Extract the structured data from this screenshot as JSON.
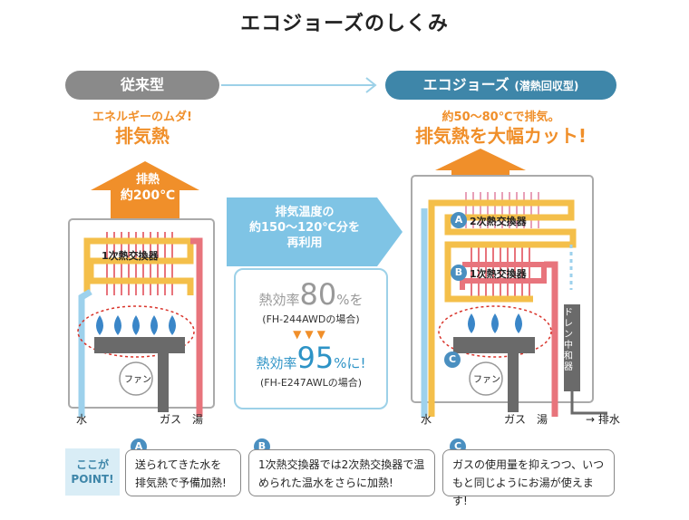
{
  "title": "エコジョーズのしくみ",
  "left": {
    "pill": "従来型",
    "waste_sub": "エネルギーのムダ!",
    "waste_main": "排気熱",
    "exhaust_label": "排熱",
    "exhaust_temp": "約200℃",
    "hx1": "1次熱交換器",
    "fan": "ファン",
    "water": "水",
    "gas": "ガス",
    "hot": "湯"
  },
  "middle": {
    "arrow_line1": "排気温度の",
    "arrow_line2": "約150～120℃分を",
    "arrow_line3": "再利用",
    "eff1_prefix": "熱効率",
    "eff1_value": "80",
    "eff1_suffix": "%を",
    "eff1_model": "(FH-244AWDの場合)",
    "eff2_prefix": "熱効率",
    "eff2_value": "95",
    "eff2_suffix": "%に!",
    "eff2_model": "(FH-E247AWLの場合)"
  },
  "right": {
    "pill": "エコジョーズ",
    "pill_small": "(潜熱回収型)",
    "sub": "約50～80℃で排気。",
    "main": "排気熱を大幅カット!",
    "hx2": "2次熱交換器",
    "hx1": "1次熱交換器",
    "fan": "ファン",
    "drain": "ドレン中和器",
    "water": "水",
    "gas": "ガス",
    "hot": "湯",
    "drain_out": "→ 排水",
    "badge_a": "A",
    "badge_b": "B",
    "badge_c": "C"
  },
  "points": {
    "label_line1": "ここが",
    "label_line2": "POINT!",
    "a_line1": "送られてきた水を",
    "a_line2": "排気熱で予備加熱!",
    "b_line1": "1次熱交換器では2次熱交換器で温",
    "b_line2": "められた温水をさらに加熱!",
    "c_line1": "ガスの使用量を抑えつつ、いつ",
    "c_line2": "もと同じようにお湯が使えます!"
  },
  "colors": {
    "orange": "#f08f2a",
    "blue_pill": "#3e86a9",
    "gray_pill": "#8a8a8a",
    "cold_pipe": "#9dd1ec",
    "hot_pipe": "#e8747c",
    "warm_pipe": "#f4bf4a",
    "flame": "#3a86c8"
  }
}
